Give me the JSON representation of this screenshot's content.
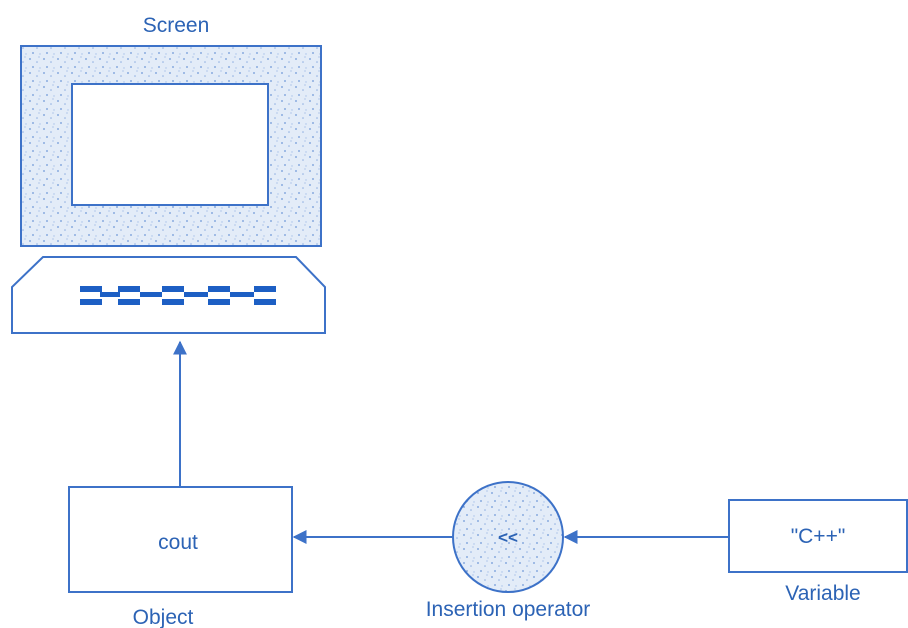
{
  "colors": {
    "line": "#3d72c8",
    "text": "#2c63b5",
    "fill": "#e3ecf8",
    "white": "#ffffff",
    "key": "#1d5fc4"
  },
  "diagram": {
    "screen_label": "Screen",
    "object_text": "cout",
    "object_label": "Object",
    "operator_symbol": "<<",
    "operator_label": "Insertion operator",
    "variable_text": "\"C++\"",
    "variable_label": "Variable"
  }
}
